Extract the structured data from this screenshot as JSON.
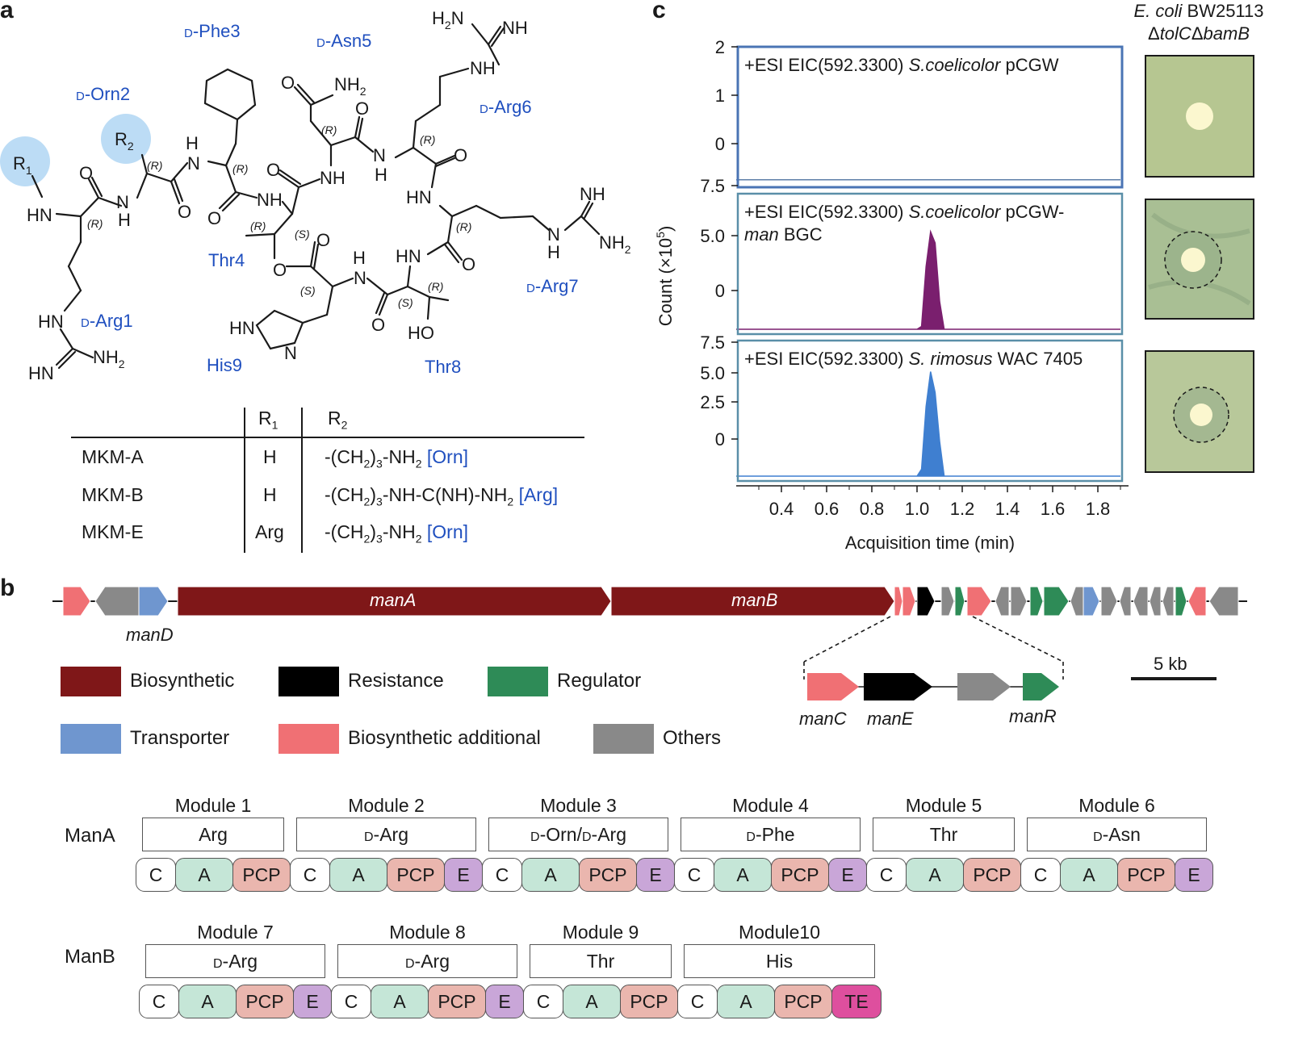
{
  "panel_a": {
    "letter": "a",
    "residues": {
      "arg1": {
        "prefix": "D",
        "name": "-Arg1"
      },
      "orn2": {
        "prefix": "D",
        "name": "-Orn2"
      },
      "phe3": {
        "prefix": "D",
        "name": "-Phe3"
      },
      "thr4": {
        "prefix": "",
        "name": "Thr4"
      },
      "asn5": {
        "prefix": "D",
        "name": "-Asn5"
      },
      "arg6": {
        "prefix": "D",
        "name": "-Arg6"
      },
      "arg7": {
        "prefix": "D",
        "name": "-Arg7"
      },
      "thr8": {
        "prefix": "",
        "name": "Thr8"
      },
      "his9": {
        "prefix": "",
        "name": "His9"
      }
    },
    "atoms": {
      "R1": "R",
      "R1_sub": "1",
      "R2": "R",
      "R2_sub": "2",
      "HN": "HN",
      "H": "H",
      "N": "N",
      "NH": "NH",
      "O": "O",
      "HO": "HO",
      "NH2": "NH",
      "sub2": "2",
      "H2N": "H",
      "R": "(R)",
      "S": "(S)"
    },
    "table": {
      "headers": {
        "r1": "R",
        "r1_sub": "1",
        "r2": "R",
        "r2_sub": "2"
      },
      "rows": [
        {
          "name": "MKM-A",
          "r1": "H",
          "r2_pre": "-(CH",
          "r2_sub": "2",
          "r2_mid": ")",
          "r2_sub2": "3",
          "r2_post": "-NH",
          "r2_sub3": "2",
          "r2_tag": " [Orn]"
        },
        {
          "name": "MKM-B",
          "r1": "H",
          "r2_pre": "-(CH",
          "r2_sub": "2",
          "r2_mid": ")",
          "r2_sub2": "3",
          "r2_post": "-NH-C(NH)-NH",
          "r2_sub3": "2",
          "r2_tag": " [Arg]"
        },
        {
          "name": "MKM-E",
          "r1": "Arg",
          "r2_pre": "-(CH",
          "r2_sub": "2",
          "r2_mid": ")",
          "r2_sub2": "3",
          "r2_post": "-NH",
          "r2_sub3": "2",
          "r2_tag": " [Orn]"
        }
      ]
    }
  },
  "panel_b": {
    "letter": "b",
    "genes": {
      "manA": "manA",
      "manB": "manB",
      "manD": "manD",
      "manC": "manC",
      "manE": "manE",
      "manR": "manR"
    },
    "scale_label": "5 kb",
    "legend": [
      {
        "label": "Biosynthetic",
        "color": "#7f1718"
      },
      {
        "label": "Resistance",
        "color": "#000000"
      },
      {
        "label": "Regulator",
        "color": "#2e8b57"
      },
      {
        "label": "Transporter",
        "color": "#6f96cf"
      },
      {
        "label": "Biosynthetic additional",
        "color": "#f07074"
      },
      {
        "label": "Others",
        "color": "#898989"
      }
    ],
    "colors": {
      "bio": "#7f1718",
      "res": "#000000",
      "reg": "#2e8b57",
      "trans": "#6f96cf",
      "add": "#f07074",
      "other": "#898989"
    },
    "manA": {
      "label": "ManA",
      "modules": [
        {
          "title": "Module 1",
          "substrate_prefix": "",
          "substrate": "Arg",
          "domains": [
            "C",
            "A",
            "PCP"
          ]
        },
        {
          "title": "Module 2",
          "substrate_prefix": "D",
          "substrate": "-Arg",
          "domains": [
            "C",
            "A",
            "PCP",
            "E"
          ]
        },
        {
          "title": "Module 3",
          "substrate_prefix": "D",
          "substrate": "-Orn/",
          "substrate_prefix2": "D",
          "substrate2": "-Arg",
          "domains": [
            "C",
            "A",
            "PCP",
            "E"
          ]
        },
        {
          "title": "Module 4",
          "substrate_prefix": "D",
          "substrate": "-Phe",
          "domains": [
            "C",
            "A",
            "PCP",
            "E"
          ]
        },
        {
          "title": "Module 5",
          "substrate_prefix": "",
          "substrate": "Thr",
          "domains": [
            "C",
            "A",
            "PCP"
          ]
        },
        {
          "title": "Module 6",
          "substrate_prefix": "D",
          "substrate": "-Asn",
          "domains": [
            "C",
            "A",
            "PCP",
            "E"
          ]
        }
      ]
    },
    "manB": {
      "label": "ManB",
      "modules": [
        {
          "title": "Module 7",
          "substrate_prefix": "D",
          "substrate": "-Arg",
          "domains": [
            "C",
            "A",
            "PCP",
            "E"
          ]
        },
        {
          "title": "Module 8",
          "substrate_prefix": "D",
          "substrate": "-Arg",
          "domains": [
            "C",
            "A",
            "PCP",
            "E"
          ]
        },
        {
          "title": "Module 9",
          "substrate_prefix": "",
          "substrate": "Thr",
          "domains": [
            "C",
            "A",
            "PCP"
          ]
        },
        {
          "title": "Module10",
          "substrate_prefix": "",
          "substrate": "His",
          "domains": [
            "C",
            "A",
            "PCP",
            "TE"
          ]
        }
      ]
    }
  },
  "panel_c": {
    "letter": "c",
    "ecoli_title": {
      "species": "E. coli",
      "strain": " BW25113",
      "genotype_d1": "Δ",
      "tolC": "tolC",
      "genotype_d2": "Δ",
      "bamB": "bamB"
    },
    "ylabel": "Count (×10",
    "ylabel_exp": "5",
    "ylabel_close": ")",
    "xlabel": "Acquisition time (min)",
    "x_ticks": [
      "0.4",
      "0.6",
      "0.8",
      "1.0",
      "1.2",
      "1.4",
      "1.6",
      "1.8"
    ],
    "chart_data": [
      {
        "type": "line",
        "title_pre": "+ESI EIC(592.3300) ",
        "title_species": "S.coelicolor",
        "title_post": "  pCGW",
        "x": [
          0.2,
          1.9
        ],
        "y": [
          0.05,
          0.05
        ],
        "ylim": [
          0,
          2.6
        ],
        "y_ticks": [
          "2",
          "1",
          "0"
        ],
        "color": "#5d7ea8",
        "border": "#4a74b4"
      },
      {
        "type": "area",
        "title_pre": "+ESI EIC(592.3300) ",
        "title_species": "S.coelicolor",
        "title_post": " pCGW-",
        "title_line2_italic": "man",
        "title_line2": " BGC",
        "x": [
          0.2,
          1.0,
          1.02,
          1.04,
          1.06,
          1.08,
          1.1,
          1.12,
          1.9
        ],
        "y": [
          0,
          0,
          0.2,
          4.5,
          7.0,
          6.2,
          2.0,
          0,
          0
        ],
        "ylim": [
          0,
          9.5
        ],
        "y_ticks": [
          "7.5",
          "5.0",
          "0"
        ],
        "color": "#7a1f6e",
        "border": "#5a8fa8"
      },
      {
        "type": "area",
        "title_pre": "+ESI EIC(592.3300) ",
        "title_species": "S. rimosus",
        "title_post": " WAC 7405",
        "x": [
          0.2,
          1.0,
          1.02,
          1.04,
          1.06,
          1.08,
          1.1,
          1.12,
          1.9
        ],
        "y": [
          0,
          0,
          0.5,
          5.0,
          7.5,
          6.0,
          2.5,
          0,
          0
        ],
        "ylim": [
          0,
          9.5
        ],
        "y_ticks": [
          "7.5",
          "5.0",
          "2.5",
          "0"
        ],
        "color": "#3f7fd0",
        "border": "#5a8fa8"
      }
    ]
  }
}
